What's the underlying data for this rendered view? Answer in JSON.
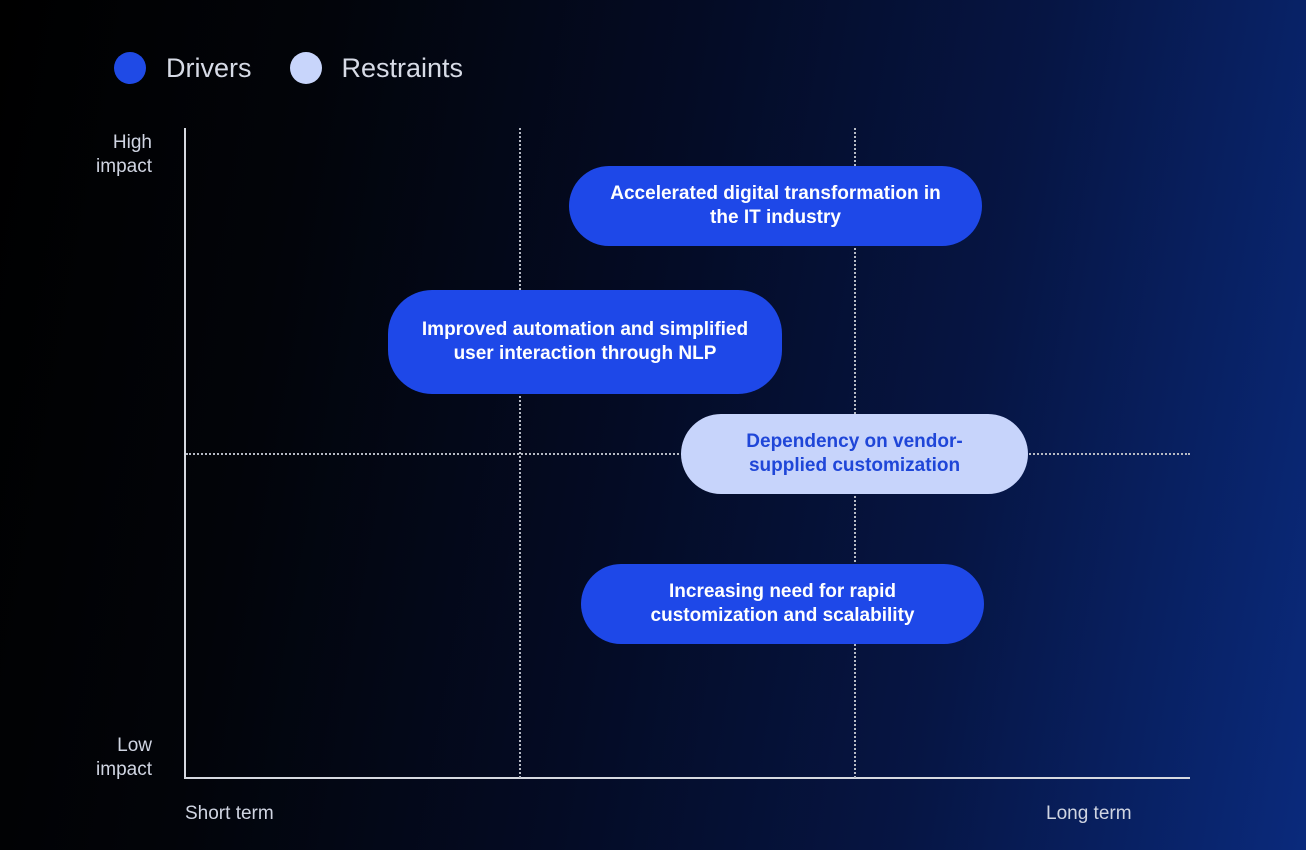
{
  "legend": {
    "drivers_label": "Drivers",
    "restraints_label": "Restraints",
    "drivers_color": "#1f4ae6",
    "restraints_color": "#c8d5fb"
  },
  "axes": {
    "y_high": "High\nimpact",
    "y_low": "Low\nimpact",
    "x_short": "Short term",
    "x_long": "Long term"
  },
  "items": [
    {
      "type": "driver",
      "text": "Accelerated digital transformation in the IT industry"
    },
    {
      "type": "driver",
      "text": "Improved automation and simplified user interaction through NLP"
    },
    {
      "type": "restraint",
      "text": "Dependency on vendor-supplied customization"
    },
    {
      "type": "driver",
      "text": "Increasing need for rapid customization and scalability"
    }
  ]
}
